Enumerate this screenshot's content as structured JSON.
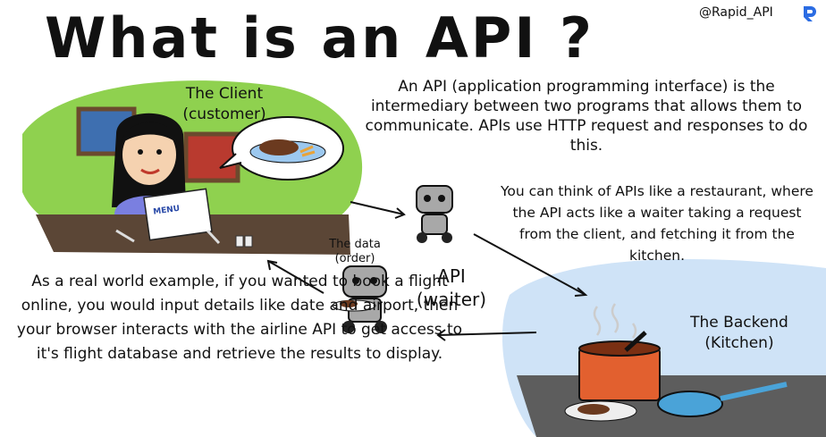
{
  "title": "What is an API ?",
  "handle": "@Rapid_API",
  "intro_text": "An API (application programming interface) is the intermediary between two programs that allows them to communicate. APIs use HTTP request and responses to do this.",
  "analogy_text": "You can think of APIs like a restaurant, where the API acts like a waiter taking a request from the client, and fetching it from the kitchen.",
  "example_text": "As a real world example, if you wanted to book a flight online, you would input details like date and airport, then your browser interacts with the airline API to get access to it's flight database and retrieve the results to display.",
  "client_label": "The Client (customer)",
  "data_label": "The data (order)",
  "api_label": "API (waiter)",
  "backend_label": "The Backend (Kitchen)",
  "menu_text": "MENU",
  "colors": {
    "client_bg": "#8fd14f",
    "kitchen_bg": "#cfe3f7",
    "pot": "#e2602f",
    "pan": "#4aa3d8",
    "robot": "#a8a8a8",
    "table": "#5b4636",
    "logo": "#2b6ce3"
  },
  "icons": [
    "rapidapi-logo",
    "robot-waiter-icon",
    "pot-icon",
    "pan-icon",
    "steak-icon"
  ]
}
